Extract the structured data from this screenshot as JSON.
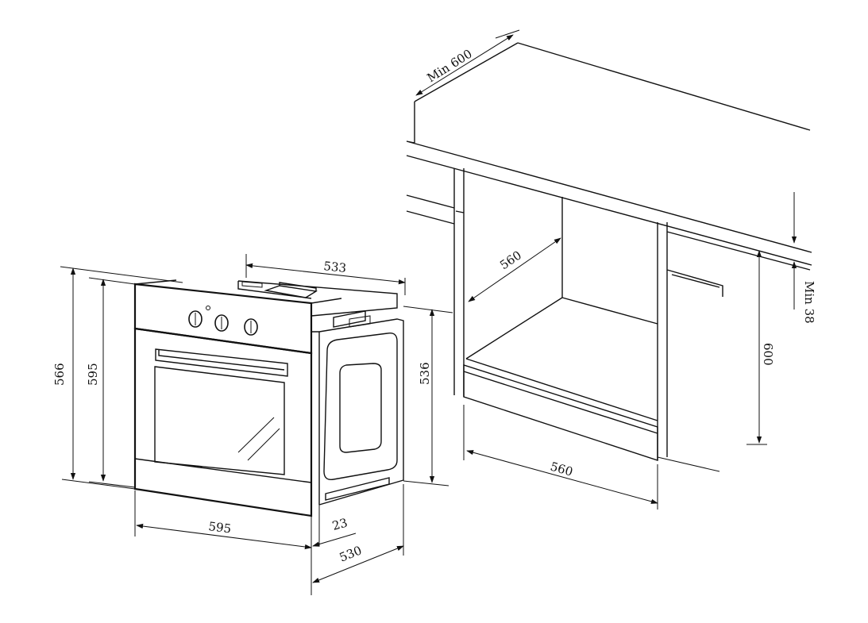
{
  "oven": {
    "width": "595",
    "total_height": "566",
    "front_height": "595",
    "depth_top": "533",
    "depth_side": "536",
    "door_thickness": "23",
    "depth_bottom": "530"
  },
  "cabinet": {
    "counter_depth": "Min 600",
    "niche_depth": "560",
    "niche_height": "600",
    "niche_width": "560",
    "top_clearance": "Min 38"
  }
}
